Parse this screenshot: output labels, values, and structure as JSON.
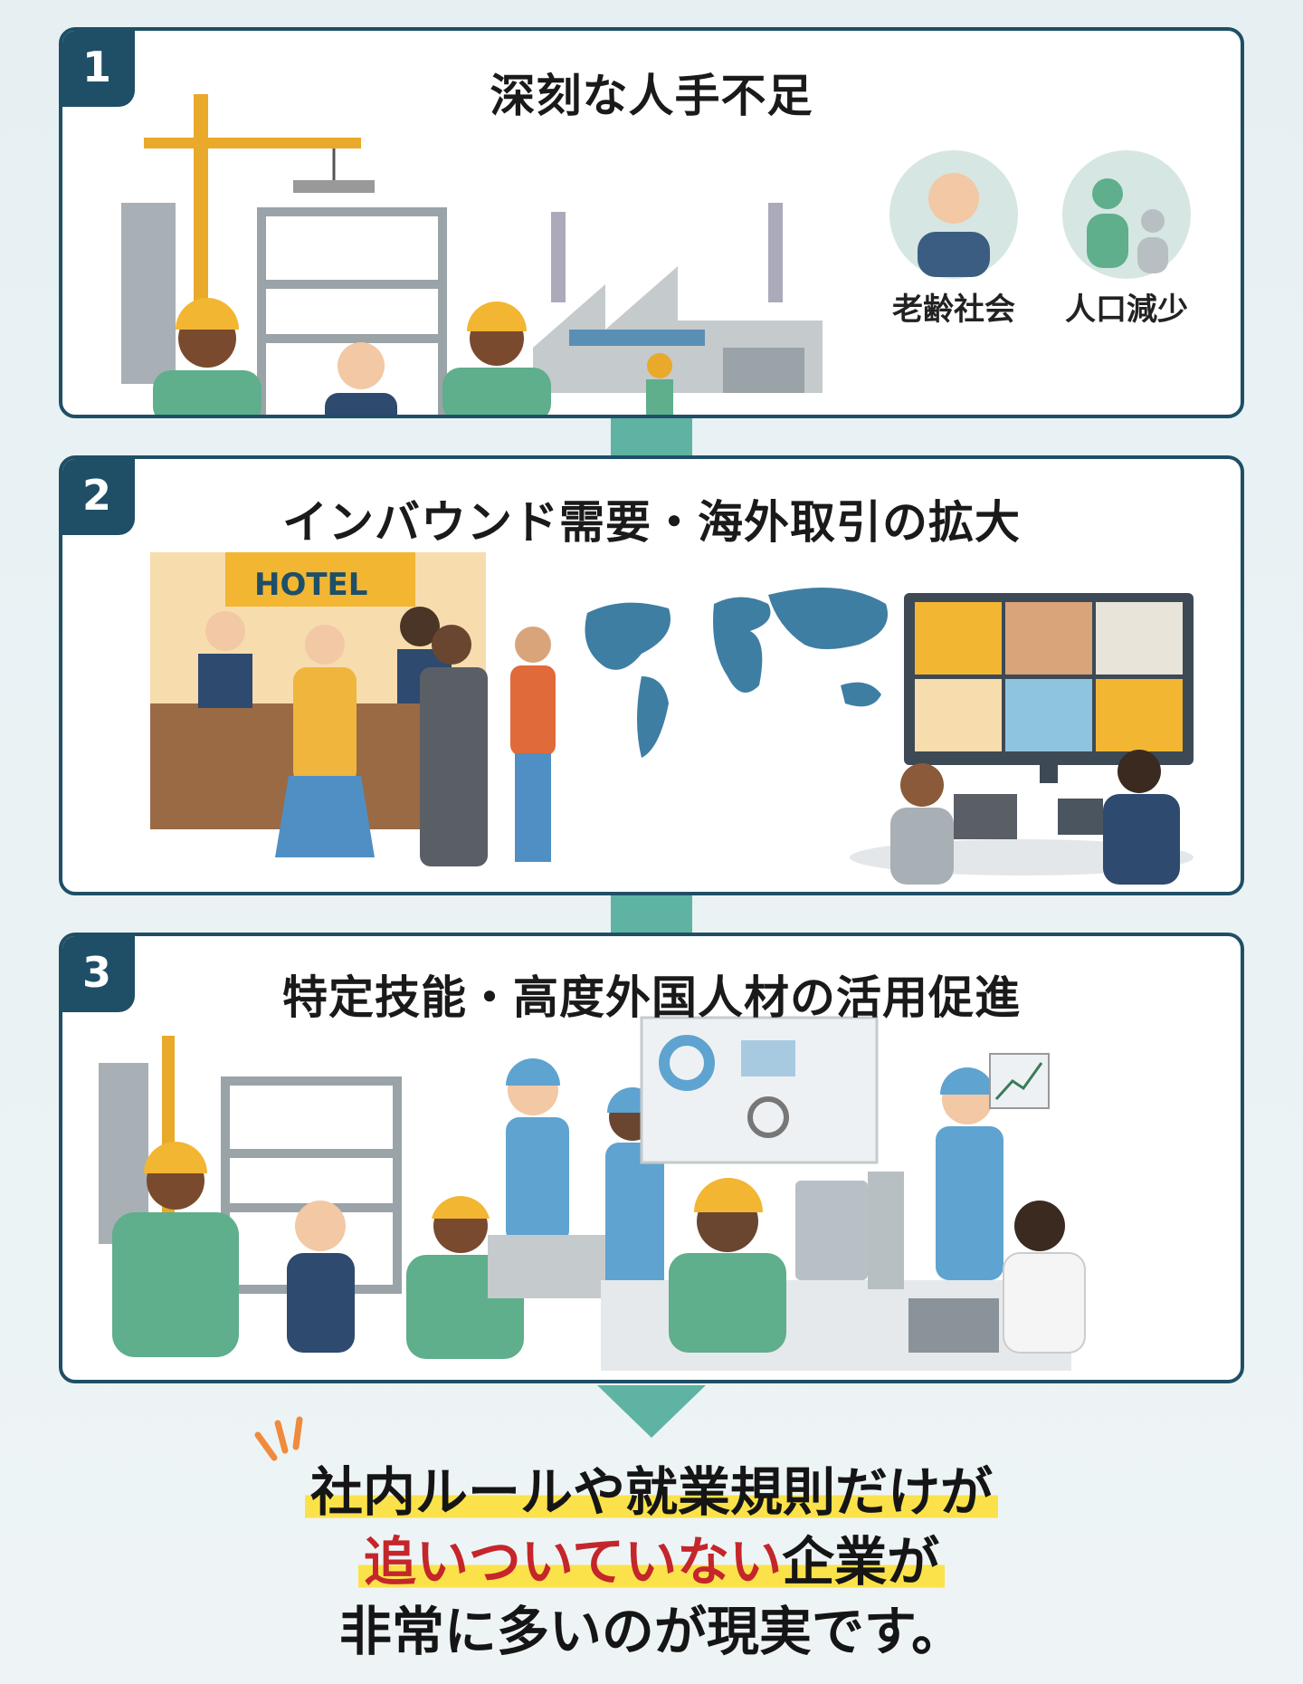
{
  "sections": [
    {
      "number": "1",
      "title": "深刻な人手不足",
      "tags": [
        "老齢社会",
        "人口減少"
      ]
    },
    {
      "number": "2",
      "title": "インバウンド需要・海外取引の拡大",
      "hotel_sign": "HOTEL"
    },
    {
      "number": "3",
      "title": "特定技能・高度外国人材の活用促進"
    }
  ],
  "conclusion": {
    "line1": "社内ルールや就業規則だけが",
    "line2_red": "追いついていない",
    "line2_rest": "企業が",
    "line3": "非常に多いのが現実です。"
  },
  "colors": {
    "navy": "#1f4f66",
    "teal": "#5fb3a3",
    "highlight": "#fbe24a",
    "red": "#c4262b",
    "accent": "#f08a3c"
  }
}
